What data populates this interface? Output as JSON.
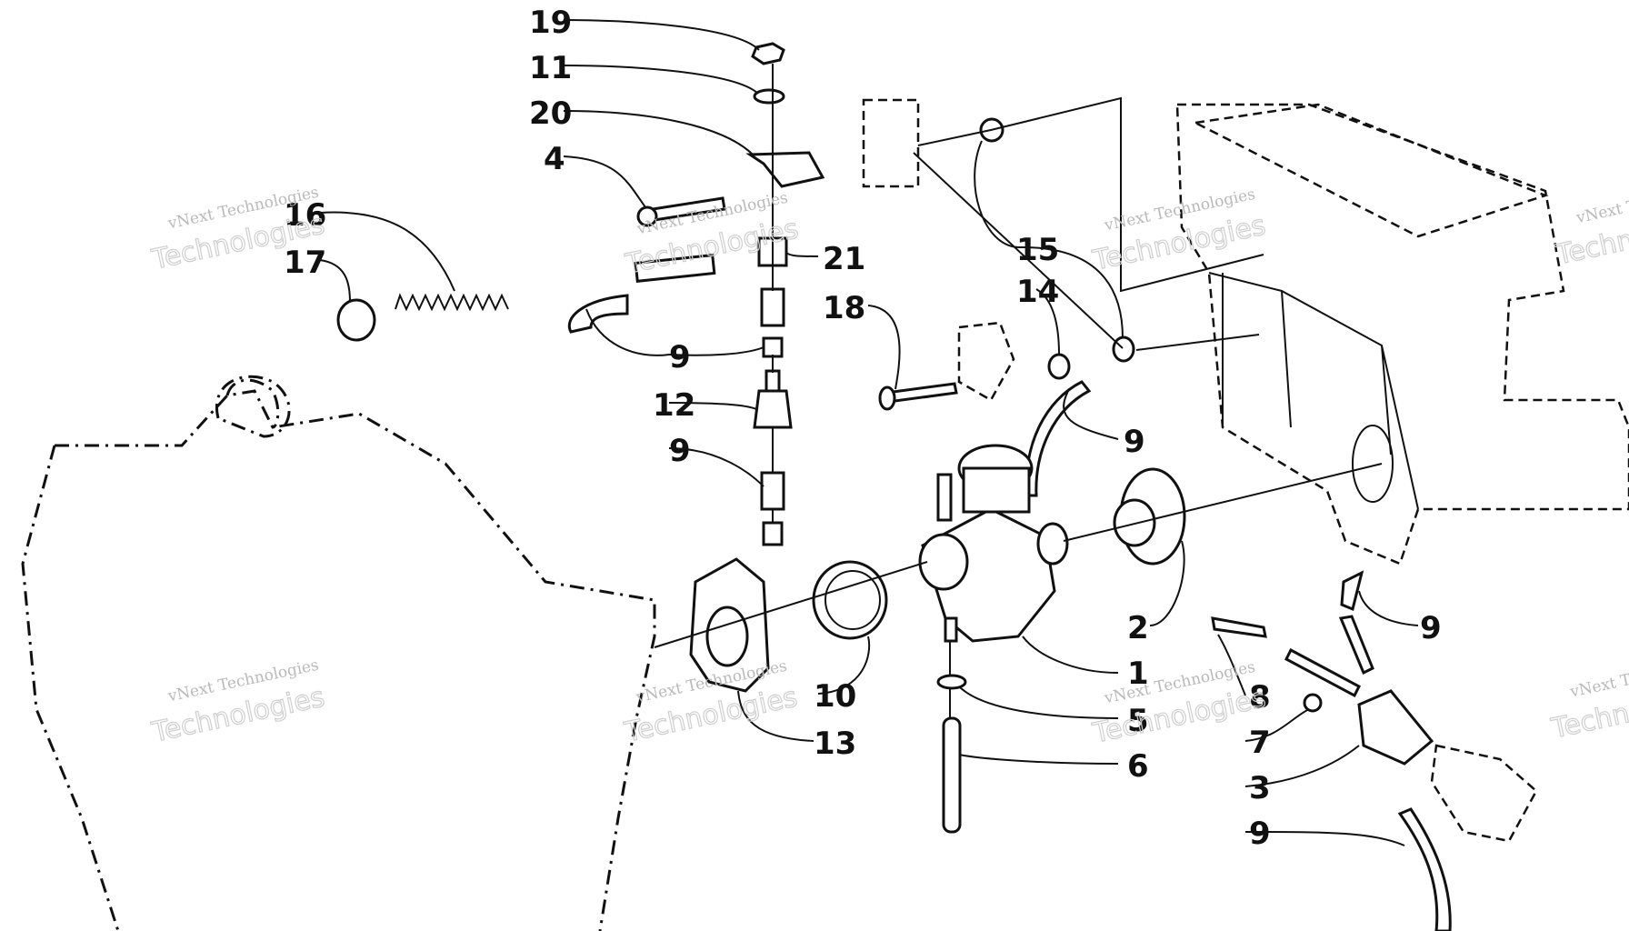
{
  "diagram": {
    "callouts": [
      "19",
      "11",
      "20",
      "4",
      "16",
      "17",
      "21",
      "9",
      "15",
      "14",
      "18",
      "12",
      "9",
      "9",
      "2",
      "10",
      "1",
      "13",
      "5",
      "6",
      "8",
      "9",
      "7",
      "3",
      "9"
    ],
    "watermarks": [
      "vNext Technologies",
      "Technologies"
    ]
  }
}
